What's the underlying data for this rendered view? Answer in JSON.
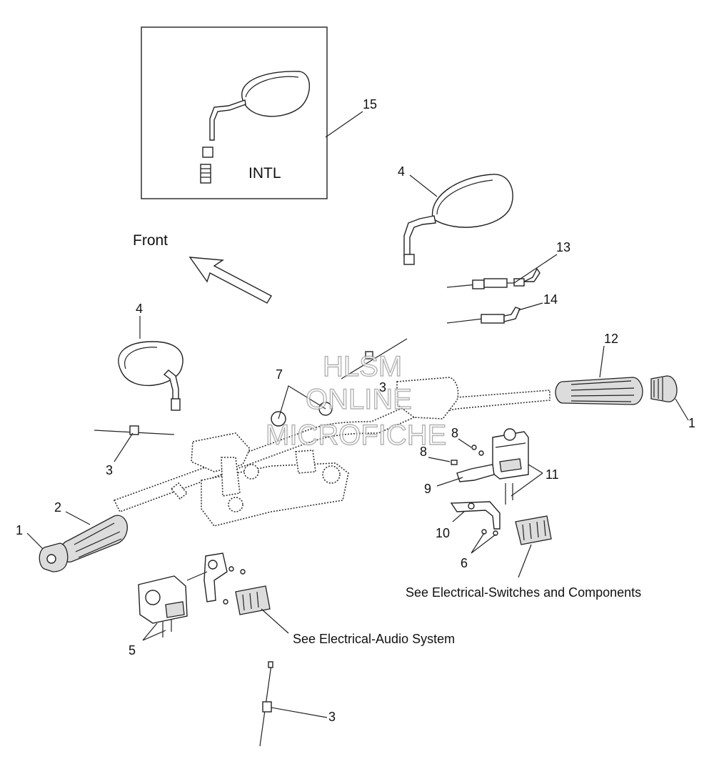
{
  "watermark": {
    "line1": "HLSM",
    "line2": "ONLINE",
    "line3": "MICROFICHE"
  },
  "inset": {
    "label": "INTL",
    "callout": "15"
  },
  "direction": {
    "label": "Front"
  },
  "notes": {
    "switches": "See Electrical-Switches and Components",
    "audio": "See Electrical-Audio System"
  },
  "callouts": {
    "c4_right": "4",
    "c13": "13",
    "c14": "14",
    "c4_left": "4",
    "c12": "12",
    "c7": "7",
    "c3_center": "3",
    "c1_right": "1",
    "c3_left": "3",
    "c8_upper": "8",
    "c8_lower": "8",
    "c11": "11",
    "c9": "9",
    "c2": "2",
    "c1_left": "1",
    "c10": "10",
    "c6": "6",
    "c5": "5",
    "c3_bottom": "3"
  }
}
